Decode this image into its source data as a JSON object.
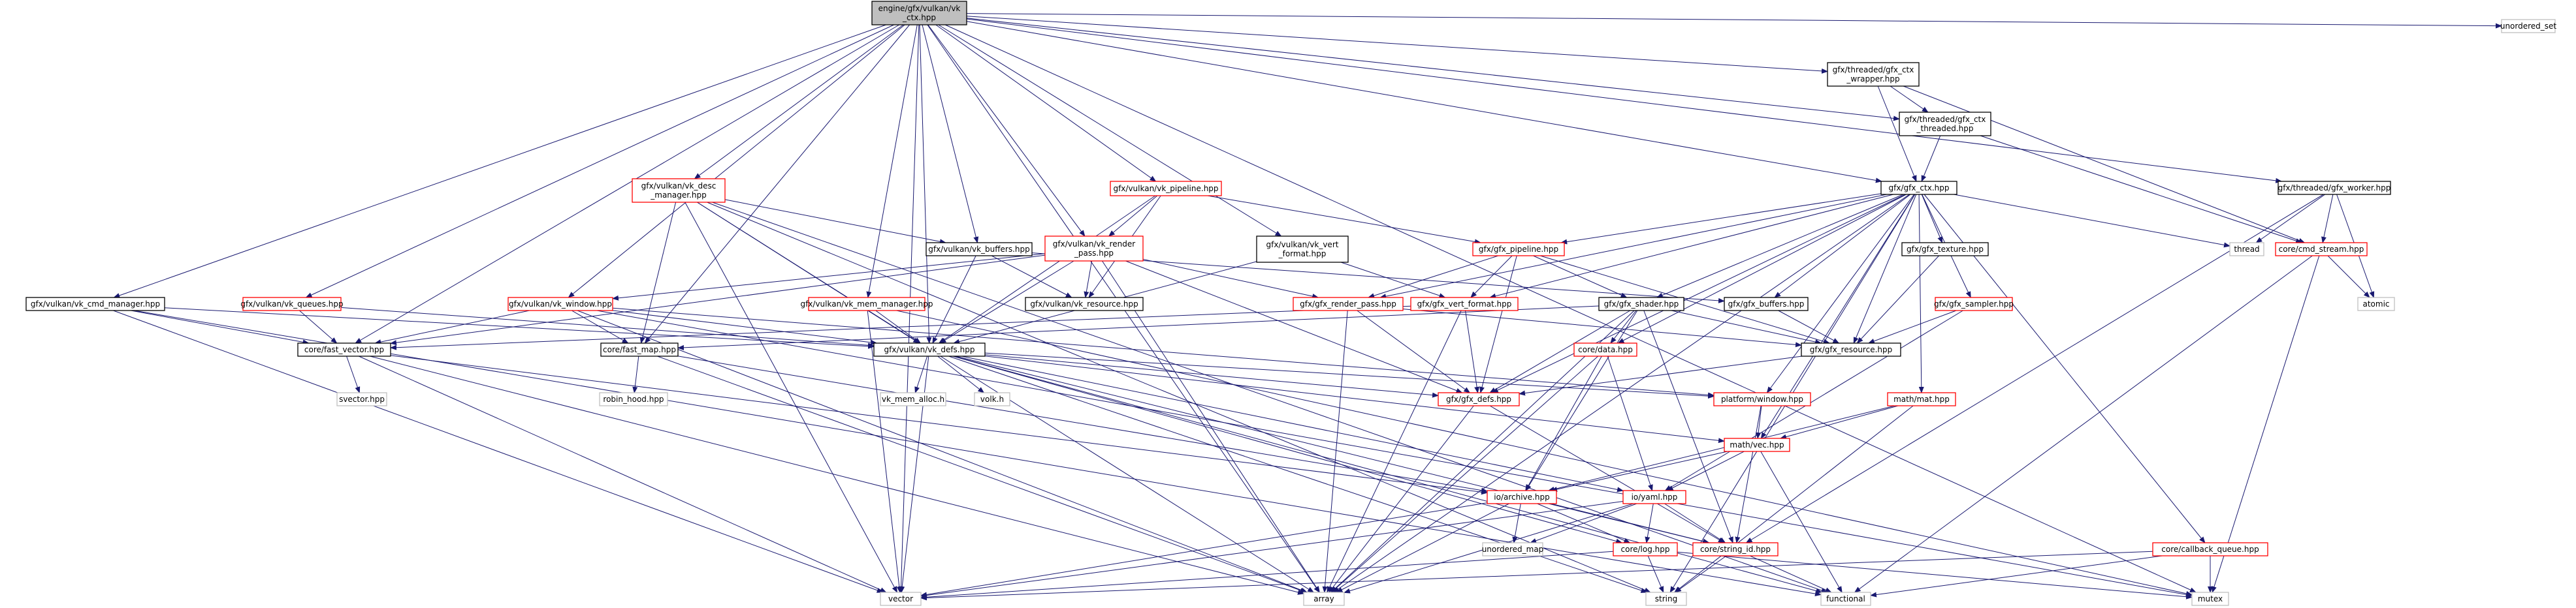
{
  "diagram": {
    "colors": {
      "root_fill": "#bfbfbf",
      "node_stroke": "#000000",
      "expandable_stroke": "#ff0000",
      "external_stroke": "#bfbfbf",
      "edge": "#191970",
      "text": "#000000"
    },
    "nodes": [
      {
        "id": "root",
        "lines": [
          "engine/gfx/vulkan/vk",
          "_ctx.hpp"
        ],
        "style": "root"
      },
      {
        "id": "unordered_set",
        "lines": [
          "unordered_set"
        ],
        "style": "external"
      },
      {
        "id": "gfx_ctx_wrapper",
        "lines": [
          "gfx/threaded/gfx_ctx",
          "_wrapper.hpp"
        ],
        "style": "normal"
      },
      {
        "id": "gfx_ctx_threaded",
        "lines": [
          "gfx/threaded/gfx_ctx",
          "_threaded.hpp"
        ],
        "style": "normal"
      },
      {
        "id": "gfx_ctx",
        "lines": [
          "gfx/gfx_ctx.hpp"
        ],
        "style": "normal"
      },
      {
        "id": "gfx_worker",
        "lines": [
          "gfx/threaded/gfx_worker.hpp"
        ],
        "style": "normal"
      },
      {
        "id": "vk_desc_manager",
        "lines": [
          "gfx/vulkan/vk_desc",
          "_manager.hpp"
        ],
        "style": "expandable"
      },
      {
        "id": "vk_pipeline",
        "lines": [
          "gfx/vulkan/vk_pipeline.hpp"
        ],
        "style": "expandable"
      },
      {
        "id": "vk_buffers",
        "lines": [
          "gfx/vulkan/vk_buffers.hpp"
        ],
        "style": "normal"
      },
      {
        "id": "vk_render_pass",
        "lines": [
          "gfx/vulkan/vk_render",
          "_pass.hpp"
        ],
        "style": "expandable"
      },
      {
        "id": "vk_vert_format",
        "lines": [
          "gfx/vulkan/vk_vert",
          "_format.hpp"
        ],
        "style": "normal"
      },
      {
        "id": "gfx_pipeline",
        "lines": [
          "gfx/gfx_pipeline.hpp"
        ],
        "style": "expandable"
      },
      {
        "id": "gfx_texture",
        "lines": [
          "gfx/gfx_texture.hpp"
        ],
        "style": "normal"
      },
      {
        "id": "thread",
        "lines": [
          "thread"
        ],
        "style": "external"
      },
      {
        "id": "cmd_stream",
        "lines": [
          "core/cmd_stream.hpp"
        ],
        "style": "expandable"
      },
      {
        "id": "atomic",
        "lines": [
          "atomic"
        ],
        "style": "external"
      },
      {
        "id": "vk_cmd_manager",
        "lines": [
          "gfx/vulkan/vk_cmd_manager.hpp"
        ],
        "style": "normal"
      },
      {
        "id": "vk_queues",
        "lines": [
          "gfx/vulkan/vk_queues.hpp"
        ],
        "style": "expandable"
      },
      {
        "id": "vk_window",
        "lines": [
          "gfx/vulkan/vk_window.hpp"
        ],
        "style": "expandable"
      },
      {
        "id": "vk_resource",
        "lines": [
          "gfx/vulkan/vk_resource.hpp"
        ],
        "style": "normal"
      },
      {
        "id": "vk_mem_manager",
        "lines": [
          "gfx/vulkan/vk_mem_manager.hpp"
        ],
        "style": "expandable"
      },
      {
        "id": "gfx_render_pass",
        "lines": [
          "gfx/gfx_render_pass.hpp"
        ],
        "style": "expandable"
      },
      {
        "id": "gfx_vert_format",
        "lines": [
          "gfx/gfx_vert_format.hpp"
        ],
        "style": "expandable"
      },
      {
        "id": "gfx_shader",
        "lines": [
          "gfx/gfx_shader.hpp"
        ],
        "style": "normal"
      },
      {
        "id": "gfx_buffers",
        "lines": [
          "gfx/gfx_buffers.hpp"
        ],
        "style": "normal"
      },
      {
        "id": "gfx_sampler",
        "lines": [
          "gfx/gfx_sampler.hpp"
        ],
        "style": "expandable"
      },
      {
        "id": "fast_vector",
        "lines": [
          "core/fast_vector.hpp"
        ],
        "style": "normal"
      },
      {
        "id": "fast_map",
        "lines": [
          "core/fast_map.hpp"
        ],
        "style": "normal"
      },
      {
        "id": "vk_defs",
        "lines": [
          "gfx/vulkan/vk_defs.hpp"
        ],
        "style": "normal"
      },
      {
        "id": "core_data",
        "lines": [
          "core/data.hpp"
        ],
        "style": "expandable"
      },
      {
        "id": "gfx_resource",
        "lines": [
          "gfx/gfx_resource.hpp"
        ],
        "style": "normal"
      },
      {
        "id": "svector",
        "lines": [
          "svector.hpp"
        ],
        "style": "external"
      },
      {
        "id": "robin_hood",
        "lines": [
          "robin_hood.hpp"
        ],
        "style": "external"
      },
      {
        "id": "vk_mem_alloc",
        "lines": [
          "vk_mem_alloc.h"
        ],
        "style": "external"
      },
      {
        "id": "volk",
        "lines": [
          "volk.h"
        ],
        "style": "external"
      },
      {
        "id": "gfx_defs",
        "lines": [
          "gfx/gfx_defs.hpp"
        ],
        "style": "expandable"
      },
      {
        "id": "platform_window",
        "lines": [
          "platform/window.hpp"
        ],
        "style": "expandable"
      },
      {
        "id": "math_mat",
        "lines": [
          "math/mat.hpp"
        ],
        "style": "expandable"
      },
      {
        "id": "math_vec",
        "lines": [
          "math/vec.hpp"
        ],
        "style": "expandable"
      },
      {
        "id": "io_archive",
        "lines": [
          "io/archive.hpp"
        ],
        "style": "expandable"
      },
      {
        "id": "io_yaml",
        "lines": [
          "io/yaml.hpp"
        ],
        "style": "expandable"
      },
      {
        "id": "unordered_map",
        "lines": [
          "unordered_map"
        ],
        "style": "external"
      },
      {
        "id": "core_log",
        "lines": [
          "core/log.hpp"
        ],
        "style": "expandable"
      },
      {
        "id": "string_id",
        "lines": [
          "core/string_id.hpp"
        ],
        "style": "expandable"
      },
      {
        "id": "callback_queue",
        "lines": [
          "core/callback_queue.hpp"
        ],
        "style": "expandable"
      },
      {
        "id": "array",
        "lines": [
          "array"
        ],
        "style": "external"
      },
      {
        "id": "vector",
        "lines": [
          "vector"
        ],
        "style": "external"
      },
      {
        "id": "string",
        "lines": [
          "string"
        ],
        "style": "external"
      },
      {
        "id": "functional",
        "lines": [
          "functional"
        ],
        "style": "external"
      },
      {
        "id": "mutex",
        "lines": [
          "mutex"
        ],
        "style": "external"
      }
    ],
    "edges": [
      [
        "root",
        "unordered_set"
      ],
      [
        "root",
        "gfx_ctx_wrapper"
      ],
      [
        "root",
        "gfx_ctx_threaded"
      ],
      [
        "root",
        "gfx_ctx"
      ],
      [
        "root",
        "gfx_worker"
      ],
      [
        "root",
        "vk_desc_manager"
      ],
      [
        "root",
        "vk_pipeline"
      ],
      [
        "root",
        "vk_buffers"
      ],
      [
        "root",
        "vk_render_pass"
      ],
      [
        "root",
        "vk_vert_format"
      ],
      [
        "root",
        "vk_cmd_manager"
      ],
      [
        "root",
        "vk_queues"
      ],
      [
        "root",
        "vk_window"
      ],
      [
        "root",
        "vk_mem_manager"
      ],
      [
        "root",
        "fast_vector"
      ],
      [
        "root",
        "fast_map"
      ],
      [
        "root",
        "vk_defs"
      ],
      [
        "root",
        "array"
      ],
      [
        "root",
        "vector"
      ],
      [
        "root",
        "mutex"
      ],
      [
        "gfx_ctx_wrapper",
        "gfx_ctx_threaded"
      ],
      [
        "gfx_ctx_wrapper",
        "gfx_ctx"
      ],
      [
        "gfx_ctx_wrapper",
        "cmd_stream"
      ],
      [
        "gfx_ctx_threaded",
        "gfx_ctx"
      ],
      [
        "gfx_ctx_threaded",
        "cmd_stream"
      ],
      [
        "gfx_worker",
        "thread"
      ],
      [
        "gfx_worker",
        "cmd_stream"
      ],
      [
        "gfx_worker",
        "atomic"
      ],
      [
        "gfx_worker",
        "string_id"
      ],
      [
        "gfx_ctx",
        "gfx_pipeline"
      ],
      [
        "gfx_ctx",
        "gfx_texture"
      ],
      [
        "gfx_ctx",
        "thread"
      ],
      [
        "gfx_ctx",
        "gfx_render_pass"
      ],
      [
        "gfx_ctx",
        "gfx_vert_format"
      ],
      [
        "gfx_ctx",
        "gfx_shader"
      ],
      [
        "gfx_ctx",
        "gfx_buffers"
      ],
      [
        "gfx_ctx",
        "gfx_sampler"
      ],
      [
        "gfx_ctx",
        "gfx_resource"
      ],
      [
        "gfx_ctx",
        "core_data"
      ],
      [
        "gfx_ctx",
        "gfx_defs"
      ],
      [
        "gfx_ctx",
        "platform_window"
      ],
      [
        "gfx_ctx",
        "math_mat"
      ],
      [
        "gfx_ctx",
        "math_vec"
      ],
      [
        "gfx_ctx",
        "callback_queue"
      ],
      [
        "gfx_ctx",
        "array"
      ],
      [
        "gfx_ctx",
        "string"
      ],
      [
        "cmd_stream",
        "atomic"
      ],
      [
        "cmd_stream",
        "functional"
      ],
      [
        "cmd_stream",
        "mutex"
      ],
      [
        "vk_desc_manager",
        "vk_buffers"
      ],
      [
        "vk_desc_manager",
        "fast_map"
      ],
      [
        "vk_desc_manager",
        "vk_defs"
      ],
      [
        "vk_desc_manager",
        "array"
      ],
      [
        "vk_desc_manager",
        "vector"
      ],
      [
        "vk_desc_manager",
        "string"
      ],
      [
        "vk_desc_manager",
        "functional"
      ],
      [
        "vk_pipeline",
        "vk_render_pass"
      ],
      [
        "vk_pipeline",
        "gfx_pipeline"
      ],
      [
        "vk_pipeline",
        "vk_resource"
      ],
      [
        "vk_pipeline",
        "vk_defs"
      ],
      [
        "vk_buffers",
        "vk_resource"
      ],
      [
        "vk_buffers",
        "vk_defs"
      ],
      [
        "vk_buffers",
        "gfx_buffers"
      ],
      [
        "vk_render_pass",
        "vk_resource"
      ],
      [
        "vk_render_pass",
        "gfx_render_pass"
      ],
      [
        "vk_render_pass",
        "vk_defs"
      ],
      [
        "vk_render_pass",
        "vk_window"
      ],
      [
        "vk_render_pass",
        "fast_vector"
      ],
      [
        "vk_render_pass",
        "gfx_defs"
      ],
      [
        "vk_render_pass",
        "array"
      ],
      [
        "vk_vert_format",
        "gfx_vert_format"
      ],
      [
        "vk_vert_format",
        "vk_defs"
      ],
      [
        "gfx_pipeline",
        "gfx_render_pass"
      ],
      [
        "gfx_pipeline",
        "gfx_vert_format"
      ],
      [
        "gfx_pipeline",
        "gfx_shader"
      ],
      [
        "gfx_pipeline",
        "gfx_resource"
      ],
      [
        "gfx_pipeline",
        "gfx_defs"
      ],
      [
        "gfx_texture",
        "gfx_resource"
      ],
      [
        "gfx_sampler",
        "gfx_resource"
      ],
      [
        "gfx_sampler",
        "io_yaml"
      ],
      [
        "gfx_buffers",
        "gfx_resource"
      ],
      [
        "gfx_render_pass",
        "gfx_resource"
      ],
      [
        "gfx_render_pass",
        "gfx_defs"
      ],
      [
        "gfx_render_pass",
        "array"
      ],
      [
        "gfx_vert_format",
        "gfx_defs"
      ],
      [
        "gfx_vert_format",
        "fast_vector"
      ],
      [
        "gfx_vert_format",
        "array"
      ],
      [
        "gfx_shader",
        "gfx_resource"
      ],
      [
        "gfx_shader",
        "core_data"
      ],
      [
        "gfx_shader",
        "fast_map"
      ],
      [
        "gfx_shader",
        "io_archive"
      ],
      [
        "gfx_shader",
        "string_id"
      ],
      [
        "gfx_shader",
        "array"
      ],
      [
        "gfx_shader",
        "gfx_defs"
      ],
      [
        "vk_cmd_manager",
        "fast_vector"
      ],
      [
        "vk_cmd_manager",
        "vk_defs"
      ],
      [
        "vk_cmd_manager",
        "vector"
      ],
      [
        "vk_cmd_manager",
        "functional"
      ],
      [
        "vk_queues",
        "vk_defs"
      ],
      [
        "vk_queues",
        "fast_vector"
      ],
      [
        "vk_window",
        "vk_defs"
      ],
      [
        "vk_window",
        "fast_vector"
      ],
      [
        "vk_window",
        "fast_map"
      ],
      [
        "vk_window",
        "platform_window"
      ],
      [
        "vk_window",
        "mutex"
      ],
      [
        "vk_window",
        "array"
      ],
      [
        "vk_mem_manager",
        "vk_defs"
      ],
      [
        "vk_mem_manager",
        "vector"
      ],
      [
        "vk_mem_manager",
        "mutex"
      ],
      [
        "vk_defs",
        "vk_mem_alloc"
      ],
      [
        "vk_defs",
        "volk"
      ],
      [
        "vk_defs",
        "gfx_defs"
      ],
      [
        "vk_defs",
        "platform_window"
      ],
      [
        "vk_defs",
        "math_vec"
      ],
      [
        "vk_defs",
        "io_yaml"
      ],
      [
        "vk_defs",
        "core_log"
      ],
      [
        "vk_defs",
        "string_id"
      ],
      [
        "vk_defs",
        "vector"
      ],
      [
        "vk_defs",
        "string"
      ],
      [
        "vk_defs",
        "functional"
      ],
      [
        "fast_vector",
        "svector"
      ],
      [
        "fast_vector",
        "vector"
      ],
      [
        "fast_vector",
        "io_archive"
      ],
      [
        "fast_vector",
        "array"
      ],
      [
        "fast_map",
        "robin_hood"
      ],
      [
        "fast_map",
        "io_archive"
      ],
      [
        "fast_map",
        "array"
      ],
      [
        "core_data",
        "io_archive"
      ],
      [
        "core_data",
        "io_yaml"
      ],
      [
        "core_data",
        "array"
      ],
      [
        "gfx_resource",
        "gfx_defs"
      ],
      [
        "gfx_defs",
        "array"
      ],
      [
        "gfx_defs",
        "string_id"
      ],
      [
        "platform_window",
        "math_vec"
      ],
      [
        "platform_window",
        "string_id"
      ],
      [
        "math_mat",
        "math_vec"
      ],
      [
        "math_mat",
        "io_archive"
      ],
      [
        "math_mat",
        "string"
      ],
      [
        "math_vec",
        "io_yaml"
      ],
      [
        "math_vec",
        "functional"
      ],
      [
        "math_vec",
        "io_archive"
      ],
      [
        "io_archive",
        "array"
      ],
      [
        "io_archive",
        "unordered_map"
      ],
      [
        "io_archive",
        "vector"
      ],
      [
        "io_archive",
        "string_id"
      ],
      [
        "io_archive",
        "core_log"
      ],
      [
        "io_yaml",
        "core_log"
      ],
      [
        "io_yaml",
        "string_id"
      ],
      [
        "io_yaml",
        "array"
      ],
      [
        "io_yaml",
        "unordered_map"
      ],
      [
        "io_yaml",
        "vector"
      ],
      [
        "core_log",
        "string"
      ],
      [
        "core_log",
        "vector"
      ],
      [
        "core_log",
        "mutex"
      ],
      [
        "string_id",
        "string"
      ],
      [
        "string_id",
        "functional"
      ],
      [
        "callback_queue",
        "functional"
      ],
      [
        "callback_queue",
        "mutex"
      ],
      [
        "callback_queue",
        "vector"
      ]
    ]
  }
}
